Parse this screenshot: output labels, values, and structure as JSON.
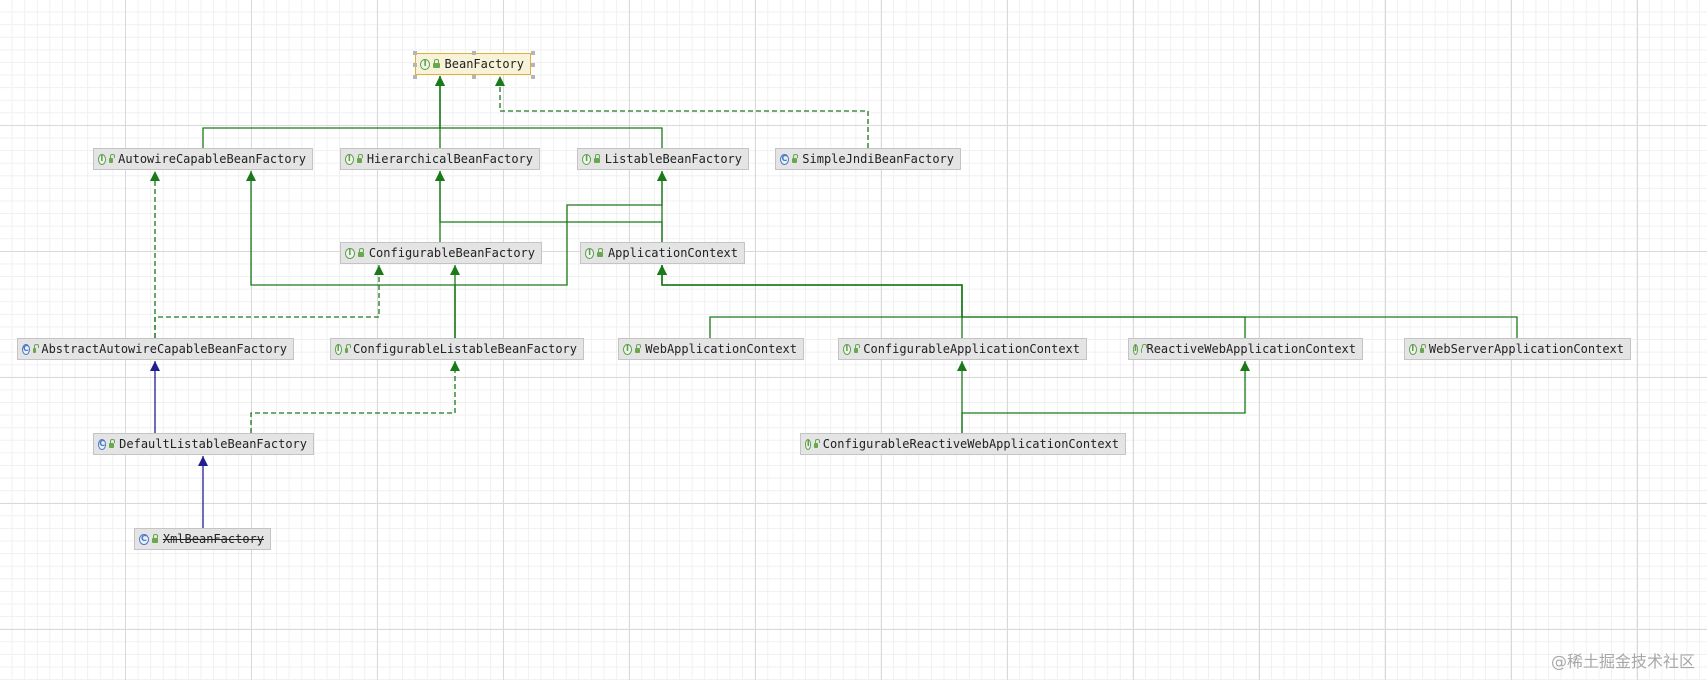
{
  "colors": {
    "interface_edge": "#1a7a1a",
    "class_edge": "#1f1f8f",
    "selected_border": "#d8b43a"
  },
  "nodes": [
    {
      "id": "BeanFactory",
      "label": "BeanFactory",
      "kind": "interface",
      "icon": "interface-icon",
      "selected": true
    },
    {
      "id": "AutowireCapableBeanFactory",
      "label": "AutowireCapableBeanFactory",
      "kind": "interface",
      "icon": "interface-icon"
    },
    {
      "id": "HierarchicalBeanFactory",
      "label": "HierarchicalBeanFactory",
      "kind": "interface",
      "icon": "interface-icon"
    },
    {
      "id": "ListableBeanFactory",
      "label": "ListableBeanFactory",
      "kind": "interface",
      "icon": "interface-icon"
    },
    {
      "id": "SimpleJndiBeanFactory",
      "label": "SimpleJndiBeanFactory",
      "kind": "class",
      "icon": "class-icon"
    },
    {
      "id": "ConfigurableBeanFactory",
      "label": "ConfigurableBeanFactory",
      "kind": "interface",
      "icon": "interface-icon"
    },
    {
      "id": "ApplicationContext",
      "label": "ApplicationContext",
      "kind": "interface",
      "icon": "interface-icon"
    },
    {
      "id": "AbstractAutowireCapableBeanFactory",
      "label": "AbstractAutowireCapableBeanFactory",
      "kind": "class",
      "icon": "class-icon"
    },
    {
      "id": "ConfigurableListableBeanFactory",
      "label": "ConfigurableListableBeanFactory",
      "kind": "interface",
      "icon": "interface-icon"
    },
    {
      "id": "WebApplicationContext",
      "label": "WebApplicationContext",
      "kind": "interface",
      "icon": "interface-icon"
    },
    {
      "id": "ConfigurableApplicationContext",
      "label": "ConfigurableApplicationContext",
      "kind": "interface",
      "icon": "interface-icon"
    },
    {
      "id": "ReactiveWebApplicationContext",
      "label": "ReactiveWebApplicationContext",
      "kind": "interface",
      "icon": "interface-icon"
    },
    {
      "id": "WebServerApplicationContext",
      "label": "WebServerApplicationContext",
      "kind": "interface",
      "icon": "interface-icon"
    },
    {
      "id": "DefaultListableBeanFactory",
      "label": "DefaultListableBeanFactory",
      "kind": "class",
      "icon": "class-icon"
    },
    {
      "id": "ConfigurableReactiveWebApplicationContext",
      "label": "ConfigurableReactiveWebApplicationContext",
      "kind": "interface",
      "icon": "interface-icon"
    },
    {
      "id": "XmlBeanFactory",
      "label": "XmlBeanFactory",
      "kind": "class",
      "icon": "class-icon",
      "deprecated": true
    }
  ],
  "edges": [
    {
      "from": "AutowireCapableBeanFactory",
      "to": "BeanFactory",
      "type": "extends"
    },
    {
      "from": "HierarchicalBeanFactory",
      "to": "BeanFactory",
      "type": "extends"
    },
    {
      "from": "ListableBeanFactory",
      "to": "BeanFactory",
      "type": "extends"
    },
    {
      "from": "SimpleJndiBeanFactory",
      "to": "BeanFactory",
      "type": "implements"
    },
    {
      "from": "ConfigurableBeanFactory",
      "to": "HierarchicalBeanFactory",
      "type": "extends"
    },
    {
      "from": "ApplicationContext",
      "to": "HierarchicalBeanFactory",
      "type": "extends"
    },
    {
      "from": "ApplicationContext",
      "to": "ListableBeanFactory",
      "type": "extends"
    },
    {
      "from": "ConfigurableListableBeanFactory",
      "to": "ConfigurableBeanFactory",
      "type": "extends"
    },
    {
      "from": "ConfigurableListableBeanFactory",
      "to": "AutowireCapableBeanFactory",
      "type": "extends"
    },
    {
      "from": "ConfigurableListableBeanFactory",
      "to": "ListableBeanFactory",
      "type": "extends"
    },
    {
      "from": "AbstractAutowireCapableBeanFactory",
      "to": "AutowireCapableBeanFactory",
      "type": "implements"
    },
    {
      "from": "AbstractAutowireCapableBeanFactory",
      "to": "ConfigurableBeanFactory",
      "type": "implements"
    },
    {
      "from": "DefaultListableBeanFactory",
      "to": "AbstractAutowireCapableBeanFactory",
      "type": "class-extends"
    },
    {
      "from": "DefaultListableBeanFactory",
      "to": "ConfigurableListableBeanFactory",
      "type": "implements"
    },
    {
      "from": "XmlBeanFactory",
      "to": "DefaultListableBeanFactory",
      "type": "class-extends"
    },
    {
      "from": "WebApplicationContext",
      "to": "ApplicationContext",
      "type": "extends"
    },
    {
      "from": "ConfigurableApplicationContext",
      "to": "ApplicationContext",
      "type": "extends"
    },
    {
      "from": "ReactiveWebApplicationContext",
      "to": "ApplicationContext",
      "type": "extends"
    },
    {
      "from": "WebServerApplicationContext",
      "to": "ApplicationContext",
      "type": "extends"
    },
    {
      "from": "ConfigurableReactiveWebApplicationContext",
      "to": "ConfigurableApplicationContext",
      "type": "extends"
    },
    {
      "from": "ConfigurableReactiveWebApplicationContext",
      "to": "ReactiveWebApplicationContext",
      "type": "extends"
    }
  ],
  "watermark": "@稀土掘金技术社区"
}
